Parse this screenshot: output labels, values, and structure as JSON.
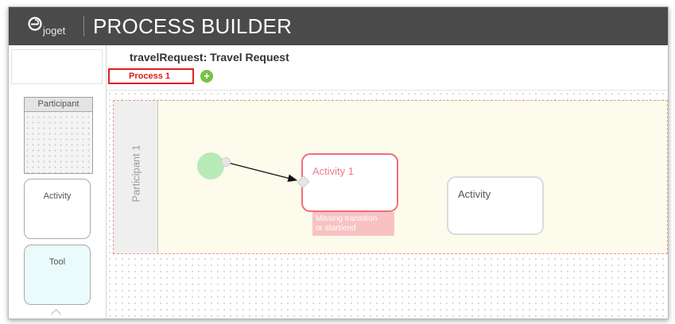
{
  "header": {
    "logo_text": "joget",
    "title": "PROCESS BUILDER"
  },
  "palette": {
    "participant_label": "Participant",
    "activity_label": "Activity",
    "tool_label": "Tool"
  },
  "package": {
    "title": "travelRequest: Travel Request"
  },
  "tabs": {
    "process_label": "Process 1",
    "add_label": "+"
  },
  "canvas": {
    "participant_label": "Participant 1",
    "activities": [
      {
        "label": "Activity 1",
        "error_line1": "Missing transition",
        "error_line2": "or start/end"
      },
      {
        "label": "Activity"
      }
    ]
  },
  "colors": {
    "header_bg": "#4a4a4a",
    "error_red": "#e02020",
    "start_green": "#b8eab8",
    "add_green": "#79c044",
    "tool_bg": "#e9fbfb"
  }
}
